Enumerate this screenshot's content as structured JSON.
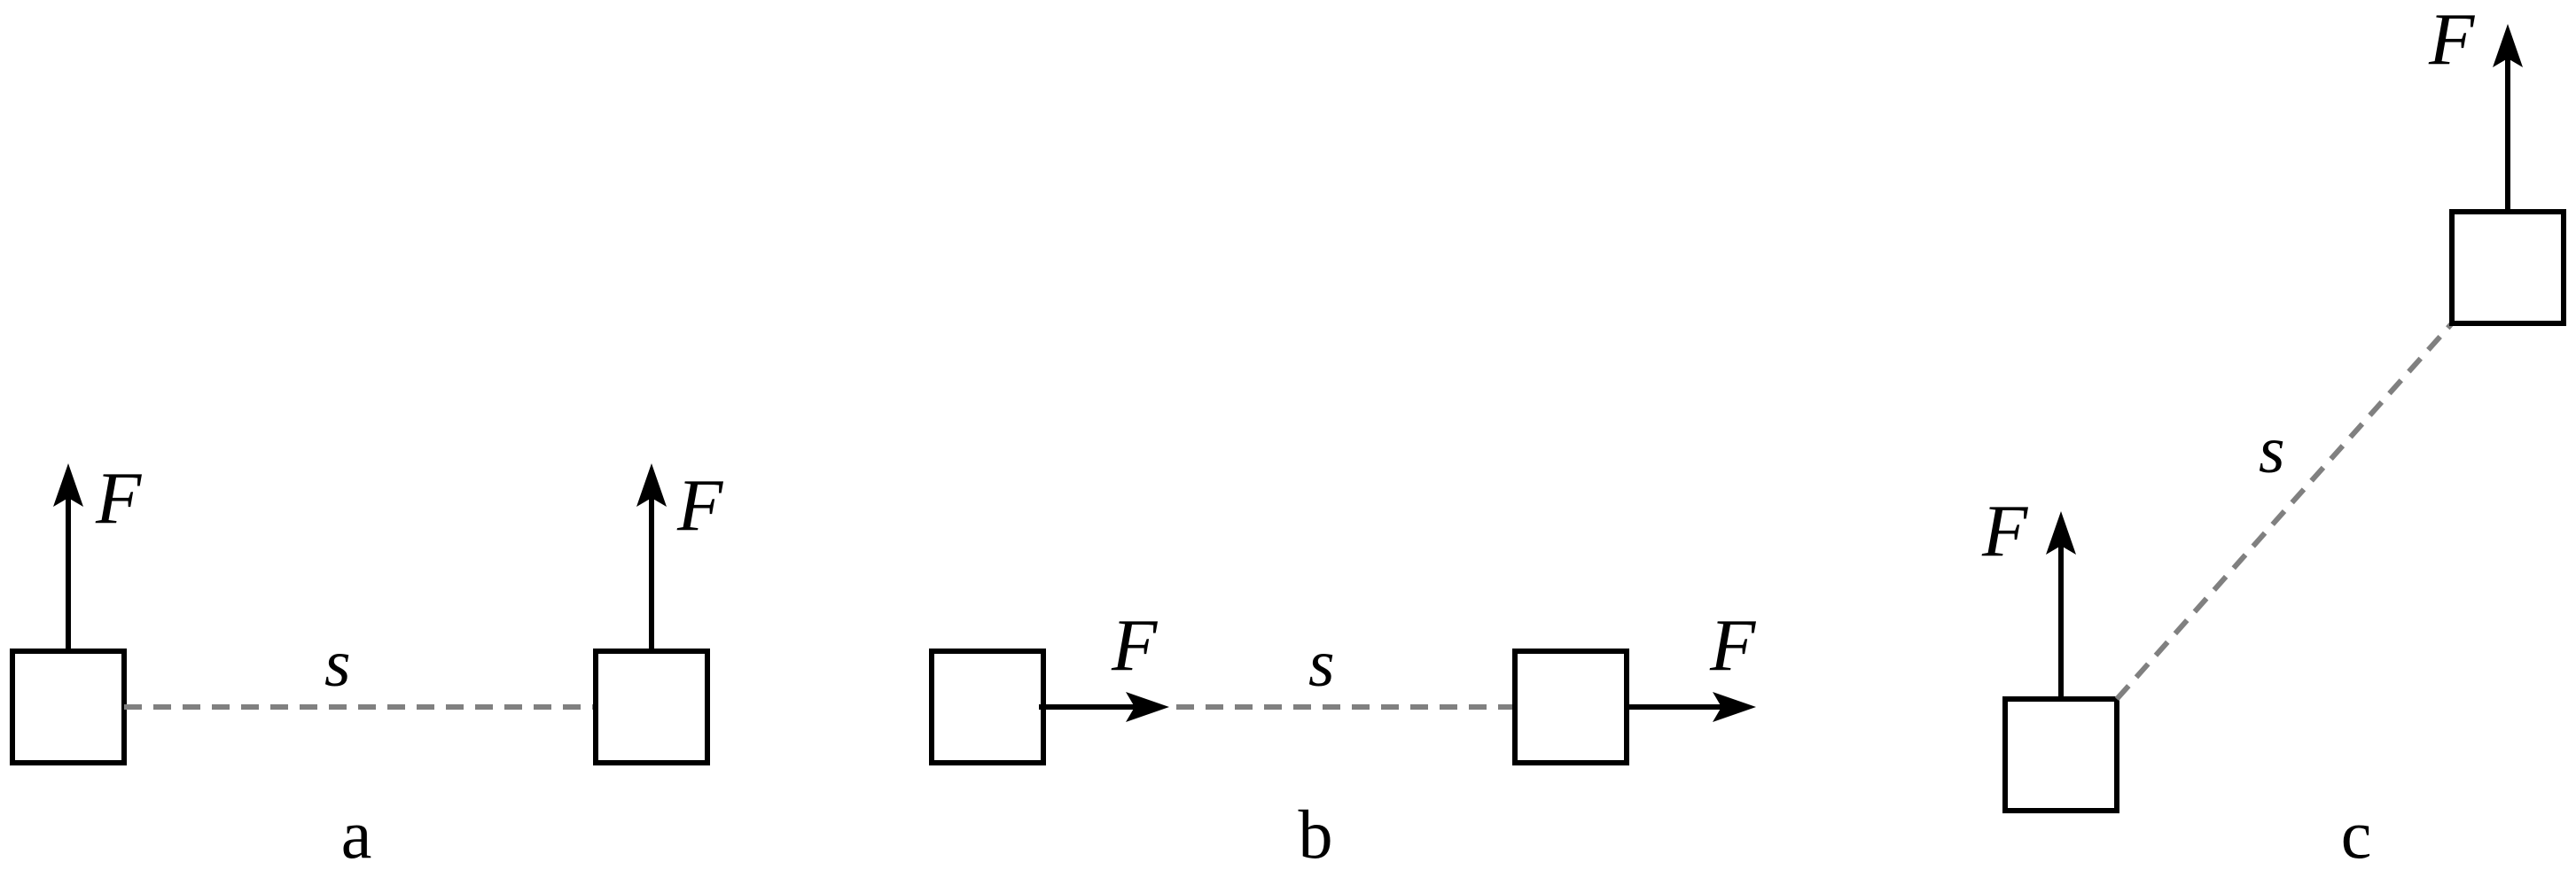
{
  "labels": {
    "force": "F",
    "displacement": "s"
  },
  "panels": [
    {
      "id": "a",
      "label": "a"
    },
    {
      "id": "b",
      "label": "b"
    },
    {
      "id": "c",
      "label": "c"
    }
  ],
  "colors": {
    "stroke": "#000000",
    "path": "#808080",
    "background": "#ffffff"
  }
}
